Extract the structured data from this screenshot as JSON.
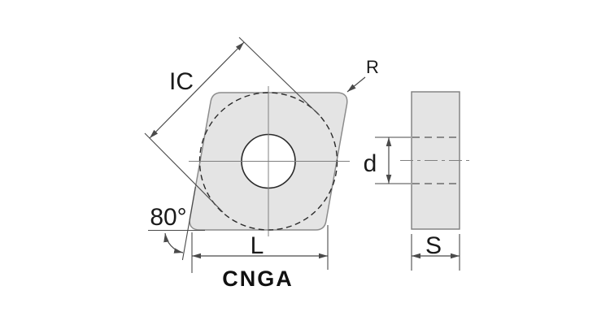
{
  "title": "CNGA",
  "labels": {
    "inscribed_circle": "IC",
    "corner_radius": "R",
    "corner_angle": "80°",
    "edge_length": "L",
    "hole_diameter": "d",
    "thickness": "S"
  },
  "colors": {
    "background": "#ffffff",
    "insert_fill": "#e4e4e4",
    "insert_outline": "#8c8c8c",
    "feature_line": "#2a2a2a",
    "hidden_line": "#555555",
    "dimension_line": "#4a4a4a",
    "centerline": "#808080",
    "label_text": "#1a1a1a"
  }
}
